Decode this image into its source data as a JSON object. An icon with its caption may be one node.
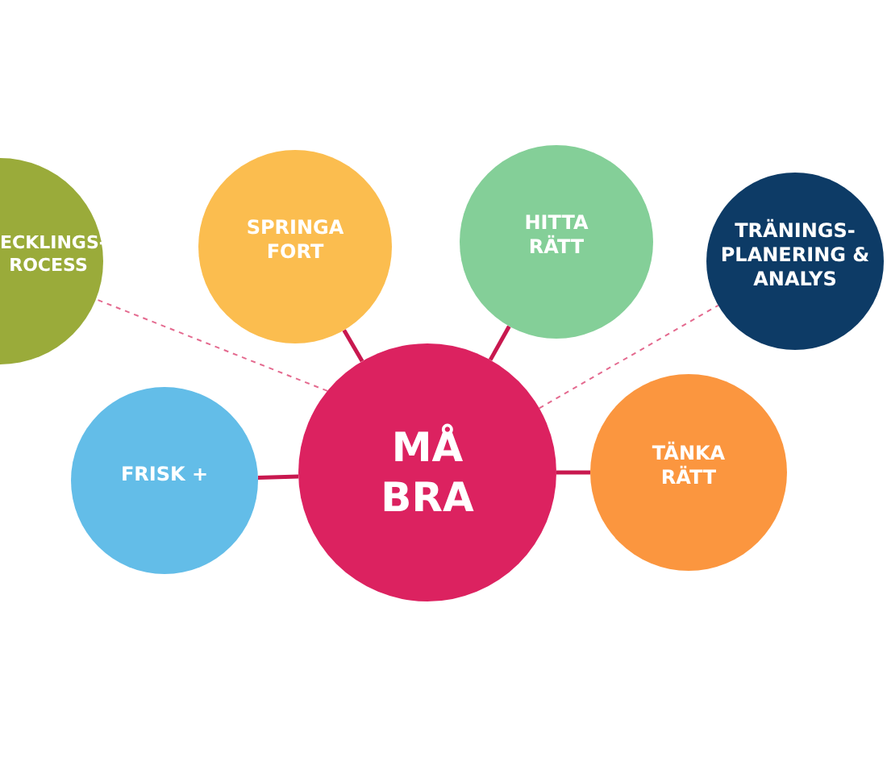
{
  "diagram": {
    "nodes": [
      {
        "text": [
          "ECKLINGS- ROCESS"
        ]
      },
      {
        "text": [
          "SPRINGA FORT"
        ]
      },
      {
        "text": [
          "HITTA RÄTT"
        ]
      },
      {
        "text": [
          "TRÄNINGS- PLANERING & ANALYS"
        ]
      },
      {
        "text": [
          "FRISK +"
        ]
      },
      {
        "text": [
          "MÅ BRA"
        ]
      },
      {
        "text": [
          "TÄNKA RÄTT"
        ]
      }
    ],
    "edges": [
      {
        "from": 5,
        "to": 0,
        "arrow": "none",
        "style": "dashed"
      },
      {
        "from": 5,
        "to": 1,
        "arrow": "none"
      },
      {
        "from": 5,
        "to": 2,
        "arrow": "none"
      },
      {
        "from": 5,
        "to": 3,
        "arrow": "none",
        "style": "dashed"
      },
      {
        "from": 5,
        "to": 4,
        "arrow": "none"
      },
      {
        "from": 5,
        "to": 6,
        "arrow": "none"
      }
    ]
  }
}
